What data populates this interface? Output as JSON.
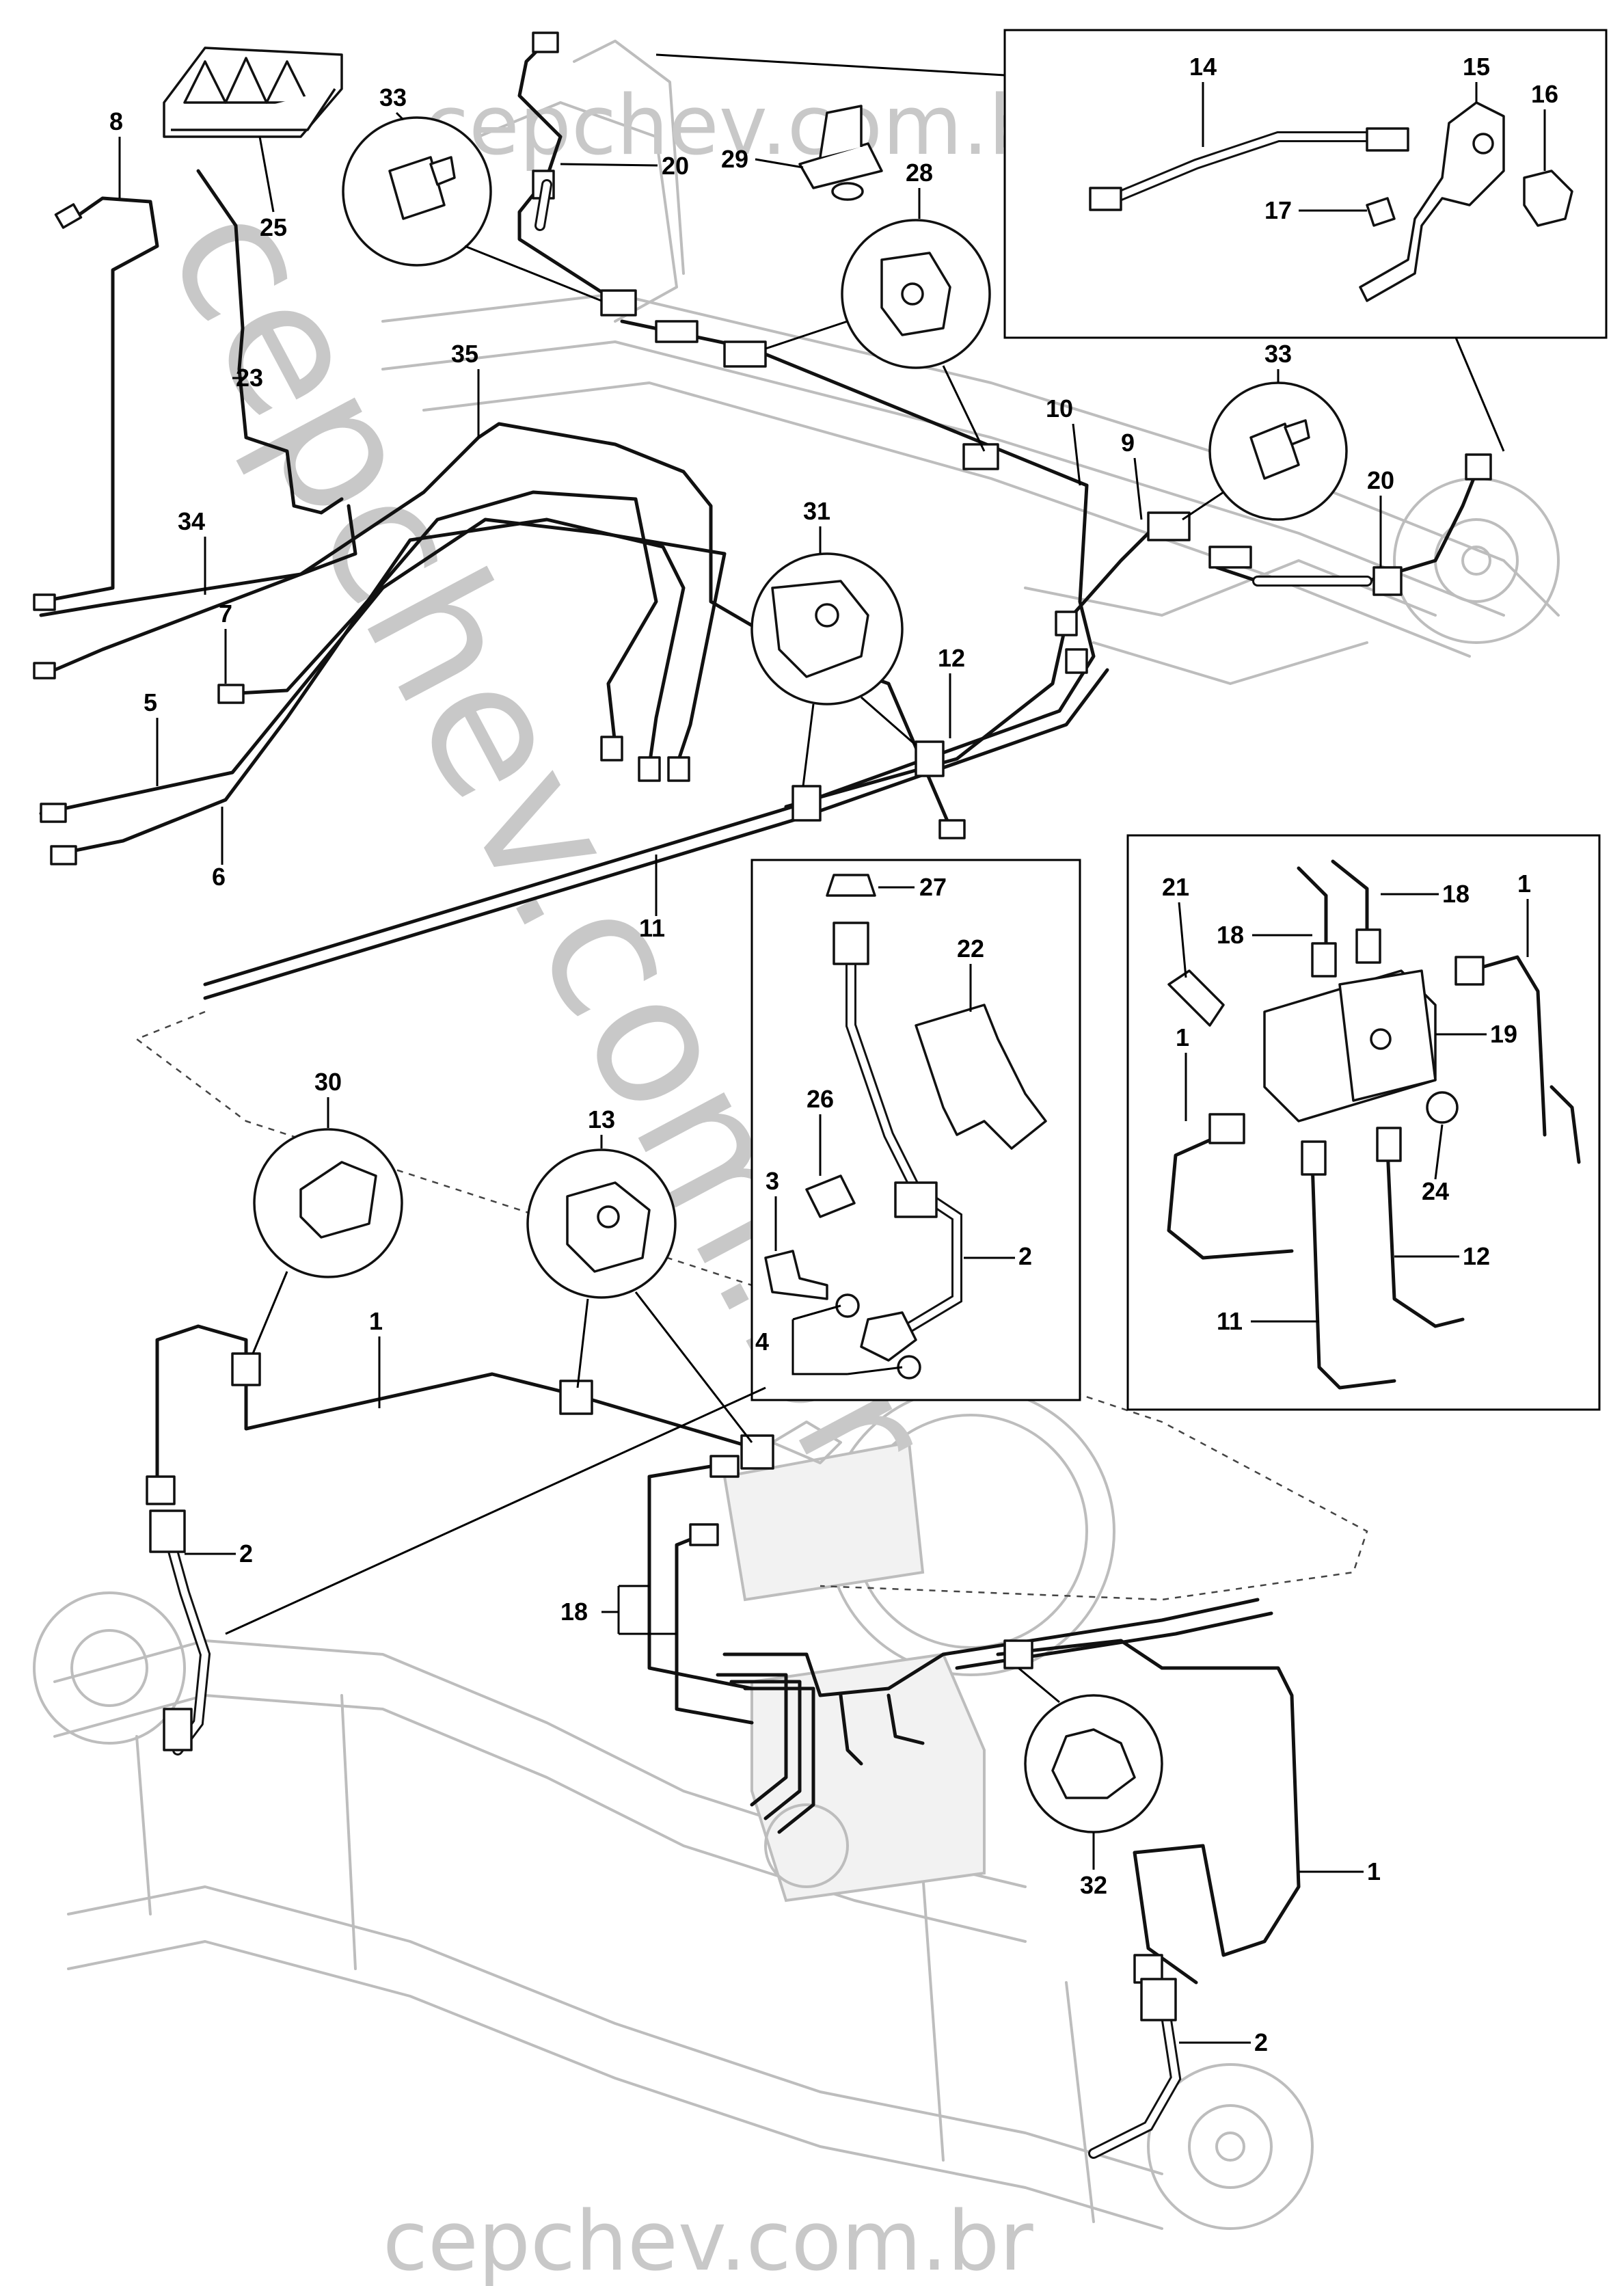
{
  "watermark": {
    "top": "cepchev.com.br",
    "bottom": "cepchev.com.br",
    "diagonal": "cepchev.com.br"
  },
  "labels": [
    {
      "id": "p1a",
      "text": "1"
    },
    {
      "id": "p1b",
      "text": "1"
    },
    {
      "id": "p1c",
      "text": "1"
    },
    {
      "id": "p1d",
      "text": "1"
    },
    {
      "id": "p2a",
      "text": "2"
    },
    {
      "id": "p2b",
      "text": "2"
    },
    {
      "id": "p2c",
      "text": "2"
    },
    {
      "id": "p3",
      "text": "3"
    },
    {
      "id": "p4",
      "text": "4"
    },
    {
      "id": "p5",
      "text": "5"
    },
    {
      "id": "p6",
      "text": "6"
    },
    {
      "id": "p7",
      "text": "7"
    },
    {
      "id": "p8",
      "text": "8"
    },
    {
      "id": "p9",
      "text": "9"
    },
    {
      "id": "p10",
      "text": "10"
    },
    {
      "id": "p11a",
      "text": "11"
    },
    {
      "id": "p11b",
      "text": "11"
    },
    {
      "id": "p12a",
      "text": "12"
    },
    {
      "id": "p12b",
      "text": "12"
    },
    {
      "id": "p13",
      "text": "13"
    },
    {
      "id": "p14",
      "text": "14"
    },
    {
      "id": "p15",
      "text": "15"
    },
    {
      "id": "p16",
      "text": "16"
    },
    {
      "id": "p17",
      "text": "17"
    },
    {
      "id": "p18a",
      "text": "18"
    },
    {
      "id": "p18b",
      "text": "18"
    },
    {
      "id": "p18c",
      "text": "18"
    },
    {
      "id": "p19",
      "text": "19"
    },
    {
      "id": "p20a",
      "text": "20"
    },
    {
      "id": "p20b",
      "text": "20"
    },
    {
      "id": "p21",
      "text": "21"
    },
    {
      "id": "p22",
      "text": "22"
    },
    {
      "id": "p23",
      "text": "23"
    },
    {
      "id": "p24",
      "text": "24"
    },
    {
      "id": "p25",
      "text": "25"
    },
    {
      "id": "p26",
      "text": "26"
    },
    {
      "id": "p27",
      "text": "27"
    },
    {
      "id": "p28",
      "text": "28"
    },
    {
      "id": "p29",
      "text": "29"
    },
    {
      "id": "p30",
      "text": "30"
    },
    {
      "id": "p31",
      "text": "31"
    },
    {
      "id": "p32",
      "text": "32"
    },
    {
      "id": "p33a",
      "text": "33"
    },
    {
      "id": "p33b",
      "text": "33"
    },
    {
      "id": "p34",
      "text": "34"
    },
    {
      "id": "p35",
      "text": "35"
    }
  ]
}
